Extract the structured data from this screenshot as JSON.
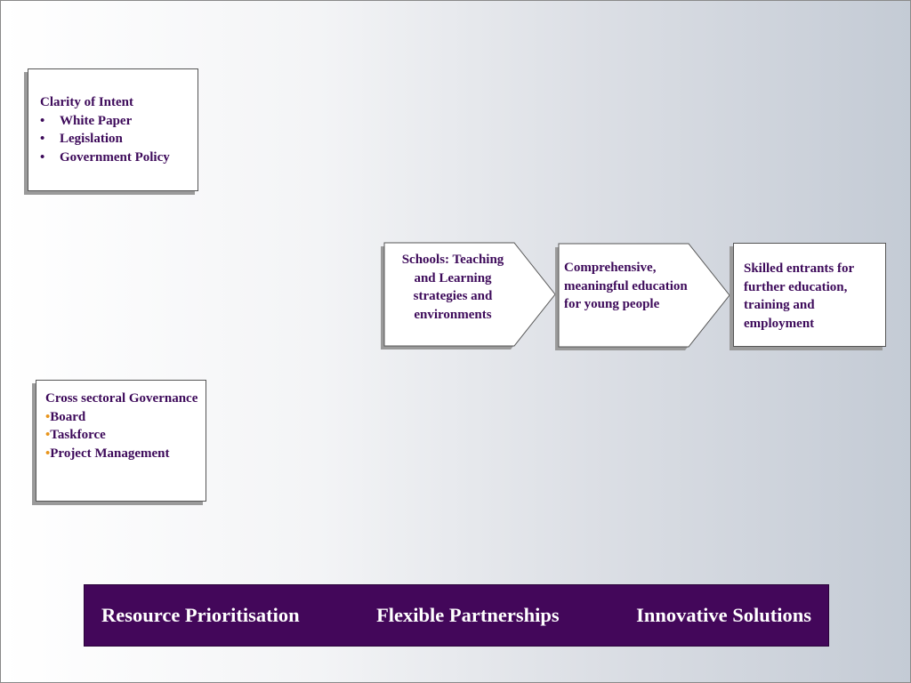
{
  "boxes": {
    "intent": {
      "title": "Clarity of Intent",
      "items": [
        "White Paper",
        "Legislation",
        "Government Policy"
      ]
    },
    "governance": {
      "title": "Cross sectoral Governance",
      "items": [
        "Board",
        "Taskforce",
        "Project Management"
      ],
      "bullet_color": "#e8951c"
    }
  },
  "flow": {
    "schools": "Schools: Teaching and Learning strategies and environments",
    "education": "Comprehensive, meaningful education for young people",
    "outcome": "Skilled entrants for further education, training and employment"
  },
  "banner": {
    "items": [
      "Resource Prioritisation",
      "Flexible Partnerships",
      "Innovative Solutions"
    ],
    "background": "#43075a"
  },
  "colors": {
    "text": "#3d0a5a",
    "shadow": "#9a9a9a"
  }
}
